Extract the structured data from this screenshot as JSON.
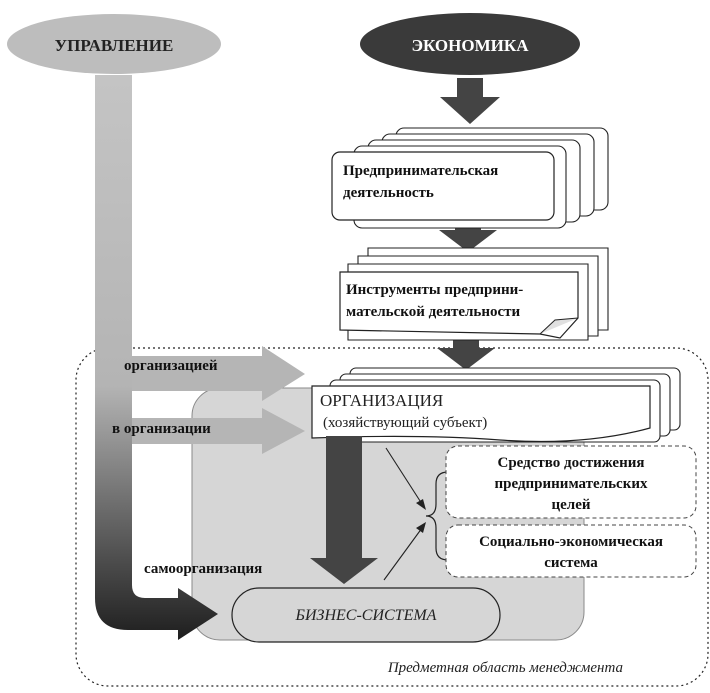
{
  "ovals": {
    "management": "УПРАВЛЕНИЕ",
    "economy": "ЭКОНОМИКА"
  },
  "boxes": {
    "entrepreneurial_activity": [
      "Предпринимательская",
      "деятельность"
    ],
    "instruments": [
      "Инструменты предприни-",
      "мательской деятельности"
    ],
    "organization": [
      "ОРГАНИЗАЦИЯ",
      "(хозяйствующий субъект)"
    ],
    "means": [
      "Средство достижения",
      "предпринимательских",
      "целей"
    ],
    "socio_economic": [
      "Социально-экономическая",
      "система"
    ],
    "business_system": "БИЗНЕС-СИСТЕМА"
  },
  "arrow_labels": {
    "by_organization": "организацией",
    "in_organization": "в организации",
    "self_organization": "самоорганизация"
  },
  "area_label": "Предметная область менеджмента",
  "colors": {
    "economy_oval": "#3a3a3a",
    "management_oval": "#bdbdbd",
    "dark_arrow": "#444444",
    "light_arrow": "#b5b5b5",
    "shaded_region": "#d6d6d6"
  }
}
